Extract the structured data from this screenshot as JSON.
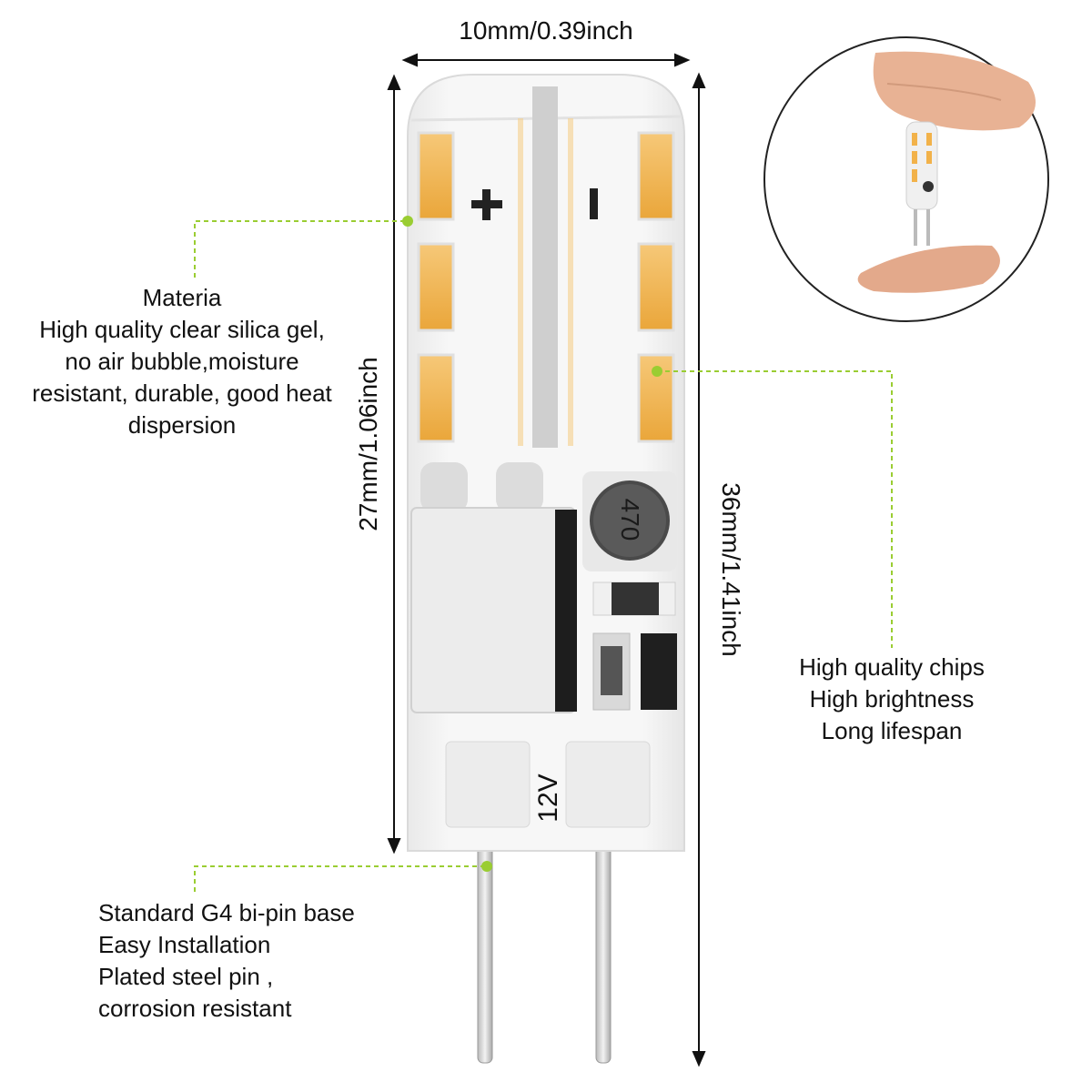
{
  "dimensions": {
    "width_label": "10mm/0.39inch",
    "body_height_label": "27mm/1.06inch",
    "total_height_label": "36mm/1.41inch"
  },
  "callouts": {
    "material": {
      "lines": [
        "Materia",
        "High quality clear silica gel,",
        "no air bubble,moisture",
        "resistant, durable, good heat",
        "dispersion"
      ]
    },
    "chips": {
      "lines": [
        "High quality chips",
        "High brightness",
        "Long lifespan"
      ]
    },
    "base": {
      "lines": [
        "Standard G4 bi-pin base",
        "Easy Installation",
        "Plated steel pin ,",
        "corrosion resistant"
      ]
    }
  },
  "bulb_markings": {
    "plus": "+",
    "minus": "-",
    "capacitor": "470",
    "voltage": "12V"
  },
  "colors": {
    "accent_green": "#9ACD32",
    "led_amber": "#F0B24A",
    "body_white": "#F4F4F4",
    "dimension_line": "#111111"
  }
}
